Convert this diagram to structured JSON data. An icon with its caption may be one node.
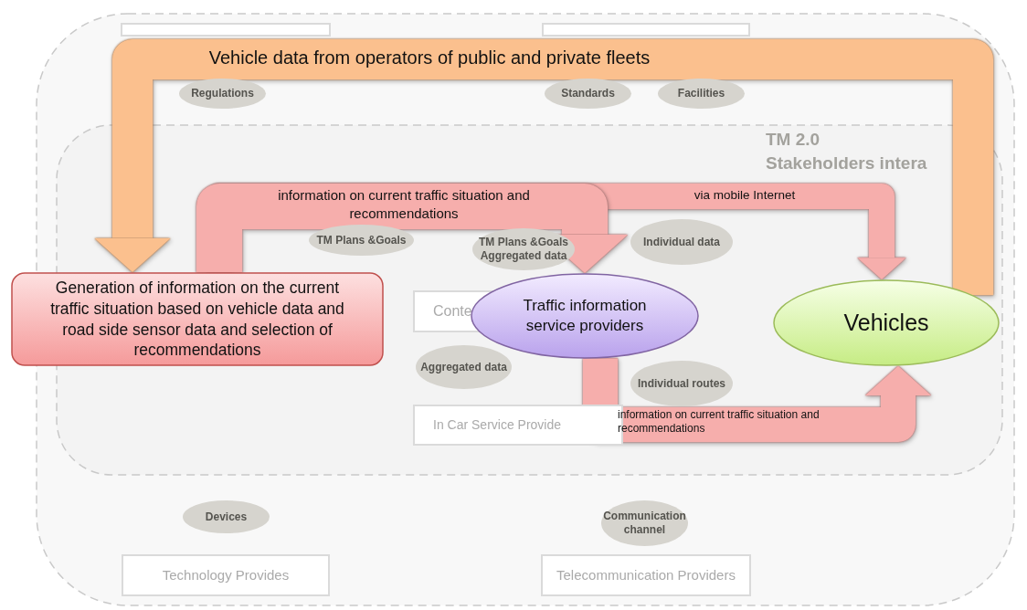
{
  "diagram": {
    "nodes": [
      {
        "text": [
          "Generation of information on the current traffic situation based on vehicle data and road side sensor data and selection of recommendations"
        ]
      },
      {
        "text": [
          "Traffic information service providers"
        ]
      },
      {
        "text": [
          "Vehicles"
        ]
      },
      {
        "text": [],
        "shape": "box"
      },
      {
        "text": [],
        "shape": "box"
      }
    ],
    "edges": [
      {
        "from": 2,
        "to": 0,
        "arrow": "to",
        "label": "Vehicle data from operators of public and private fleets",
        "color": "#fbc08e"
      },
      {
        "from": 0,
        "to": 1,
        "arrow": "to",
        "label": "information on current traffic situation and recommendations"
      },
      {
        "from": 0,
        "to": 2,
        "arrow": "to",
        "label": "via mobile Internet"
      },
      {
        "from": 1,
        "to": 2,
        "arrow": "to",
        "label": "information on current traffic situation and recommendations"
      }
    ],
    "labels": [
      "Regulations",
      "Standards",
      "Facilities",
      "TM 2.0",
      "Stakeholders intera",
      "TM Plans &Goals",
      "TM Plans &Goals Aggregated data",
      "Individual data",
      "Conte",
      "Aggregated data",
      "Individual routes",
      "In Car Service Provide",
      "Devices",
      "Communication channel",
      "Technology Provides",
      "Telecommunication Providers"
    ]
  }
}
